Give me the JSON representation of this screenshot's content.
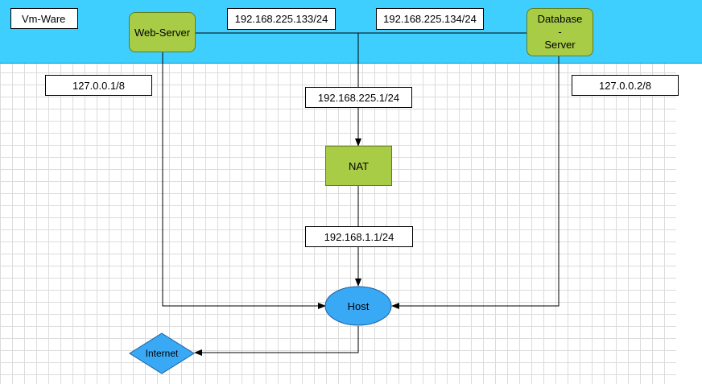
{
  "diagram": {
    "env_label": "Vm-Ware",
    "nodes": {
      "web_server": "Web-Server",
      "db_server": [
        "Database",
        "-",
        "Server"
      ],
      "nat": "NAT",
      "host": "Host",
      "internet": "Internet"
    },
    "addresses": {
      "web_ip": "192.168.225.133/24",
      "db_ip": "192.168.225.134/24",
      "gateway_ip": "192.168.225.1/24",
      "nat_ip": "192.168.1.1/24",
      "web_loopback": "127.0.0.1/8",
      "db_loopback": "127.0.0.2/8"
    }
  },
  "colors": {
    "band": "#3ecfff",
    "node_green": "#a9cc47",
    "host_blue": "#3aa9f5",
    "grid": "#dcdcdc"
  }
}
